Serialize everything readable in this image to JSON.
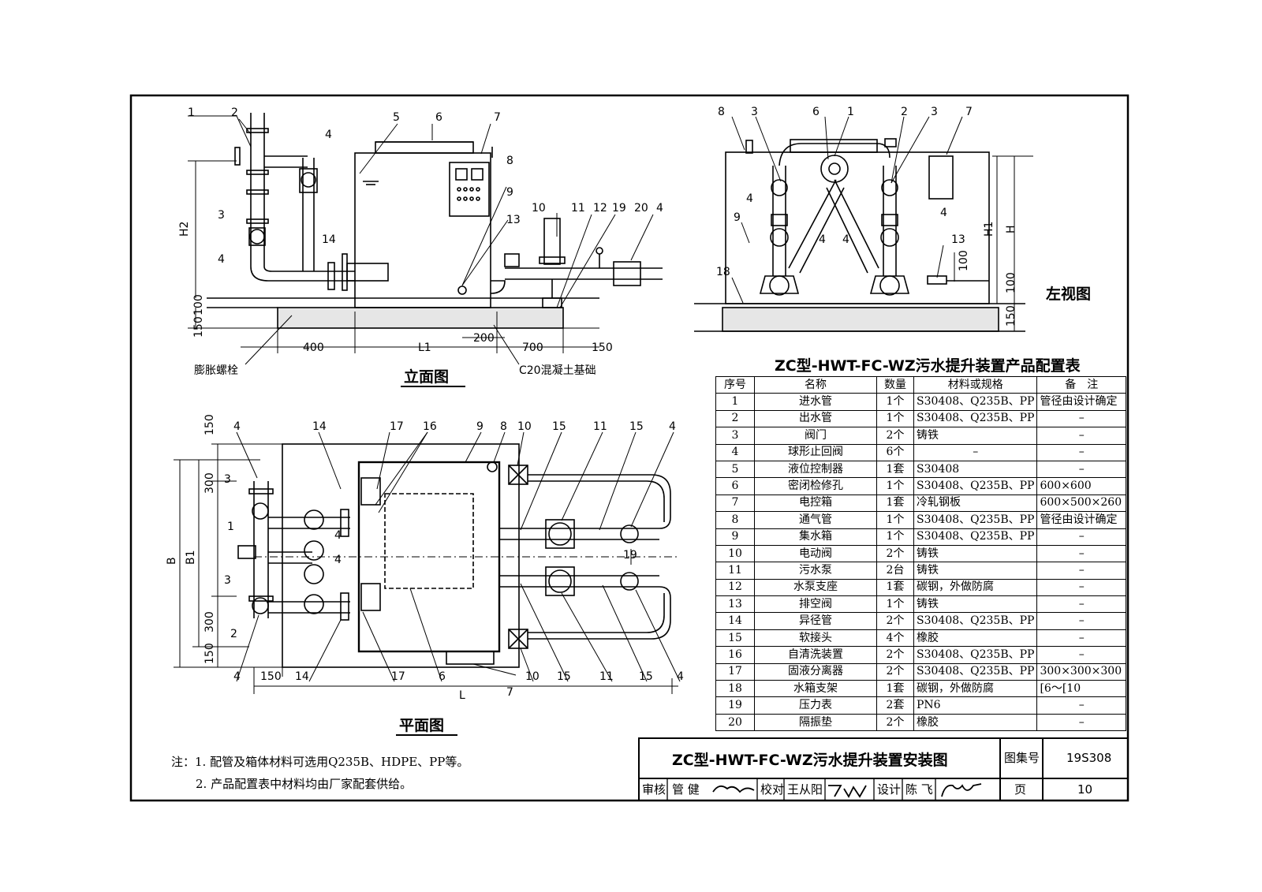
{
  "elevation": {
    "title": "立面图",
    "callouts": [
      "1",
      "2",
      "3",
      "4",
      "5",
      "6",
      "7",
      "8",
      "9",
      "10",
      "11",
      "12",
      "19",
      "20",
      "4",
      "14",
      "13",
      "4"
    ],
    "dims": {
      "h2": "H2",
      "d100": "100",
      "d150": "150",
      "d400": "400",
      "l1": "L1",
      "d200": "200",
      "d700": "700",
      "d150b": "150"
    },
    "bolt_label": "膨胀螺栓",
    "concrete_label": "C20混凝土基础"
  },
  "left_view": {
    "title": "左视图",
    "callouts": [
      "8",
      "3",
      "6",
      "1",
      "2",
      "3",
      "7",
      "9",
      "4",
      "4",
      "4",
      "4",
      "18",
      "13"
    ],
    "dims": {
      "h1": "H1",
      "h": "H",
      "d100": "100",
      "d100b": "100",
      "d150": "150"
    }
  },
  "plan": {
    "title": "平面图",
    "callouts_top": [
      "4",
      "14",
      "17",
      "16",
      "9",
      "8",
      "10",
      "15",
      "11",
      "15",
      "4"
    ],
    "callouts_bottom": [
      "4",
      "150",
      "14",
      "17",
      "6",
      "7",
      "10",
      "15",
      "11",
      "15",
      "4"
    ],
    "side_callouts": [
      "3",
      "1",
      "4",
      "4",
      "3",
      "2",
      "19"
    ],
    "dims": {
      "b": "B",
      "b1": "B1",
      "d150a": "150",
      "d300a": "300",
      "d300b": "300",
      "d150b": "150",
      "l": "L"
    }
  },
  "config_table": {
    "title": "ZC型-HWT-FC-WZ污水提升装置产品配置表",
    "headers": [
      "序号",
      "名称",
      "数量",
      "材料或规格",
      "备　注"
    ],
    "rows": [
      [
        "1",
        "进水管",
        "1个",
        "S30408、Q235B、PP",
        "管径由设计确定"
      ],
      [
        "2",
        "出水管",
        "1个",
        "S30408、Q235B、PP",
        "–"
      ],
      [
        "3",
        "阀门",
        "2个",
        "铸铁",
        "–"
      ],
      [
        "4",
        "球形止回阀",
        "6个",
        "–",
        "–"
      ],
      [
        "5",
        "液位控制器",
        "1套",
        "S30408",
        "–"
      ],
      [
        "6",
        "密闭检修孔",
        "1个",
        "S30408、Q235B、PP",
        "600×600"
      ],
      [
        "7",
        "电控箱",
        "1套",
        "冷轧钢板",
        "600×500×260"
      ],
      [
        "8",
        "通气管",
        "1个",
        "S30408、Q235B、PP",
        "管径由设计确定"
      ],
      [
        "9",
        "集水箱",
        "1个",
        "S30408、Q235B、PP",
        "–"
      ],
      [
        "10",
        "电动阀",
        "2个",
        "铸铁",
        "–"
      ],
      [
        "11",
        "污水泵",
        "2台",
        "铸铁",
        "–"
      ],
      [
        "12",
        "水泵支座",
        "1套",
        "碳钢，外做防腐",
        "–"
      ],
      [
        "13",
        "排空阀",
        "1个",
        "铸铁",
        "–"
      ],
      [
        "14",
        "异径管",
        "2个",
        "S30408、Q235B、PP",
        "–"
      ],
      [
        "15",
        "软接头",
        "4个",
        "橡胶",
        "–"
      ],
      [
        "16",
        "自清洗装置",
        "2个",
        "S30408、Q235B、PP",
        "–"
      ],
      [
        "17",
        "固液分离器",
        "2个",
        "S30408、Q235B、PP",
        "300×300×300"
      ],
      [
        "18",
        "水箱支架",
        "1套",
        "碳钢，外做防腐",
        "[6～[10"
      ],
      [
        "19",
        "压力表",
        "2套",
        "PN6",
        "–"
      ],
      [
        "20",
        "隔振垫",
        "2个",
        "橡胶",
        "–"
      ]
    ]
  },
  "notes": {
    "line1": "注：1. 配管及箱体材料可选用Q235B、HDPE、PP等。",
    "line2": "2. 产品配置表中材料均由厂家配套供给。"
  },
  "title_block": {
    "drawing_title": "ZC型-HWT-FC-WZ污水提升装置安装图",
    "atlas_label": "图集号",
    "atlas_no": "19S308",
    "review_label": "审核",
    "reviewer": "管 健",
    "check_label": "校对",
    "checker": "王从阳",
    "design_label": "设计",
    "designer": "陈 飞",
    "page_label": "页",
    "page_no": "10"
  }
}
